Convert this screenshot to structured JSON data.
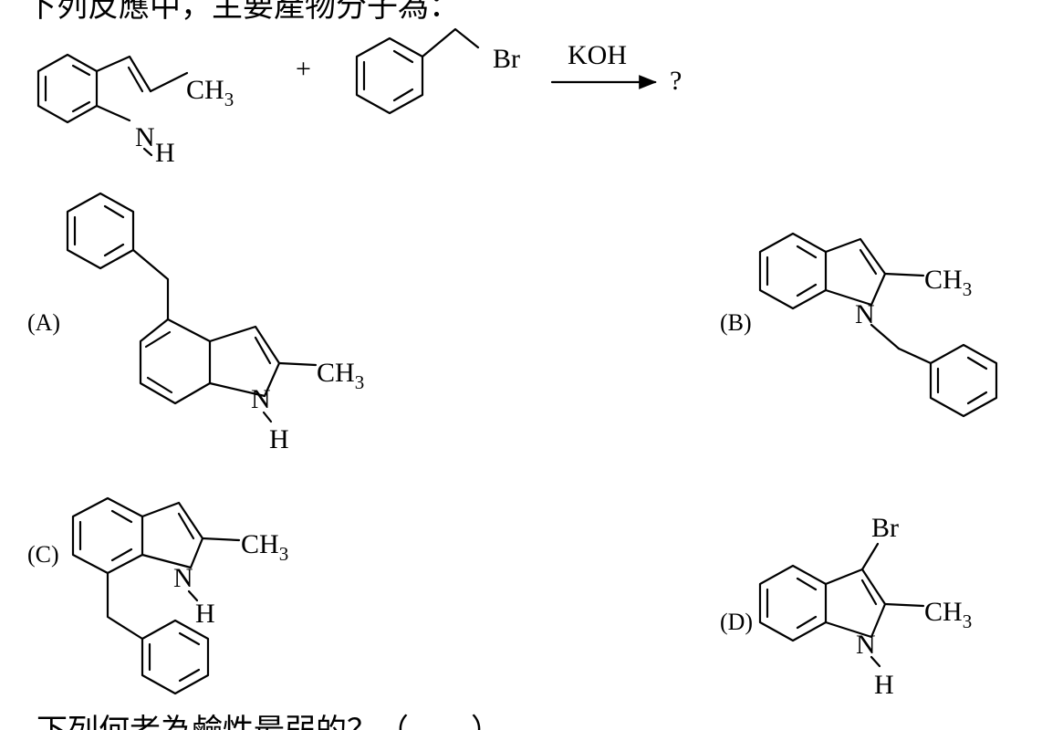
{
  "question": {
    "header_text": "下列反應中，主要產物分子為：",
    "footer_text": "下列何者為鹼性最弱的？（　　）"
  },
  "reaction": {
    "reagent": "KOH",
    "plus": "+",
    "product_placeholder": "?",
    "reactant1": {
      "sub_label": "CH",
      "sub_index": "3",
      "n_label": "N",
      "h_label": "H"
    },
    "reactant2": {
      "br_label": "Br"
    }
  },
  "options": {
    "A": {
      "label": "(A)",
      "ch": "CH",
      "idx": "3",
      "n": "N",
      "h": "H"
    },
    "B": {
      "label": "(B)",
      "ch": "CH",
      "idx": "3",
      "n": "N"
    },
    "C": {
      "label": "(C)",
      "ch": "CH",
      "idx": "3",
      "n": "N",
      "h": "H"
    },
    "D": {
      "label": "(D)",
      "ch": "CH",
      "idx": "3",
      "n": "N",
      "h": "H",
      "br": "Br"
    }
  }
}
